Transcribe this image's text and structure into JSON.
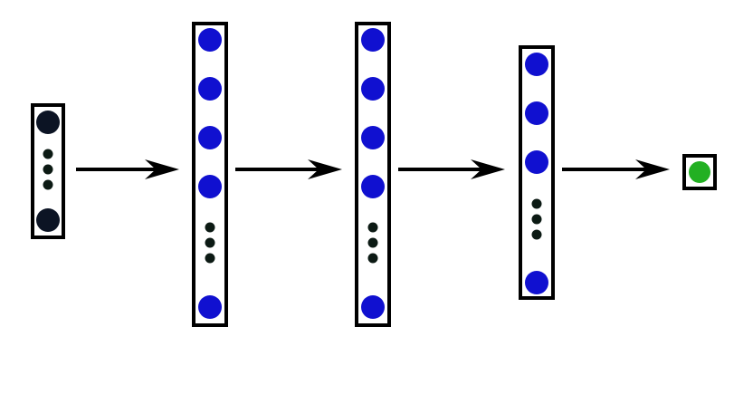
{
  "colors": {
    "input_node": "#0c1424",
    "hidden_node": "#1010d0",
    "output_node": "#22b022",
    "ellipsis_dot": "#0c1a14",
    "box_stroke": "#000000",
    "arrow": "#000000"
  },
  "layers": [
    {
      "kind": "input",
      "shown_nodes": 2,
      "has_ellipsis": true
    },
    {
      "kind": "hidden",
      "shown_nodes": 5,
      "has_ellipsis": true
    },
    {
      "kind": "hidden",
      "shown_nodes": 5,
      "has_ellipsis": true
    },
    {
      "kind": "hidden",
      "shown_nodes": 4,
      "has_ellipsis": true
    },
    {
      "kind": "output",
      "shown_nodes": 1,
      "has_ellipsis": false
    }
  ],
  "connections": 4
}
